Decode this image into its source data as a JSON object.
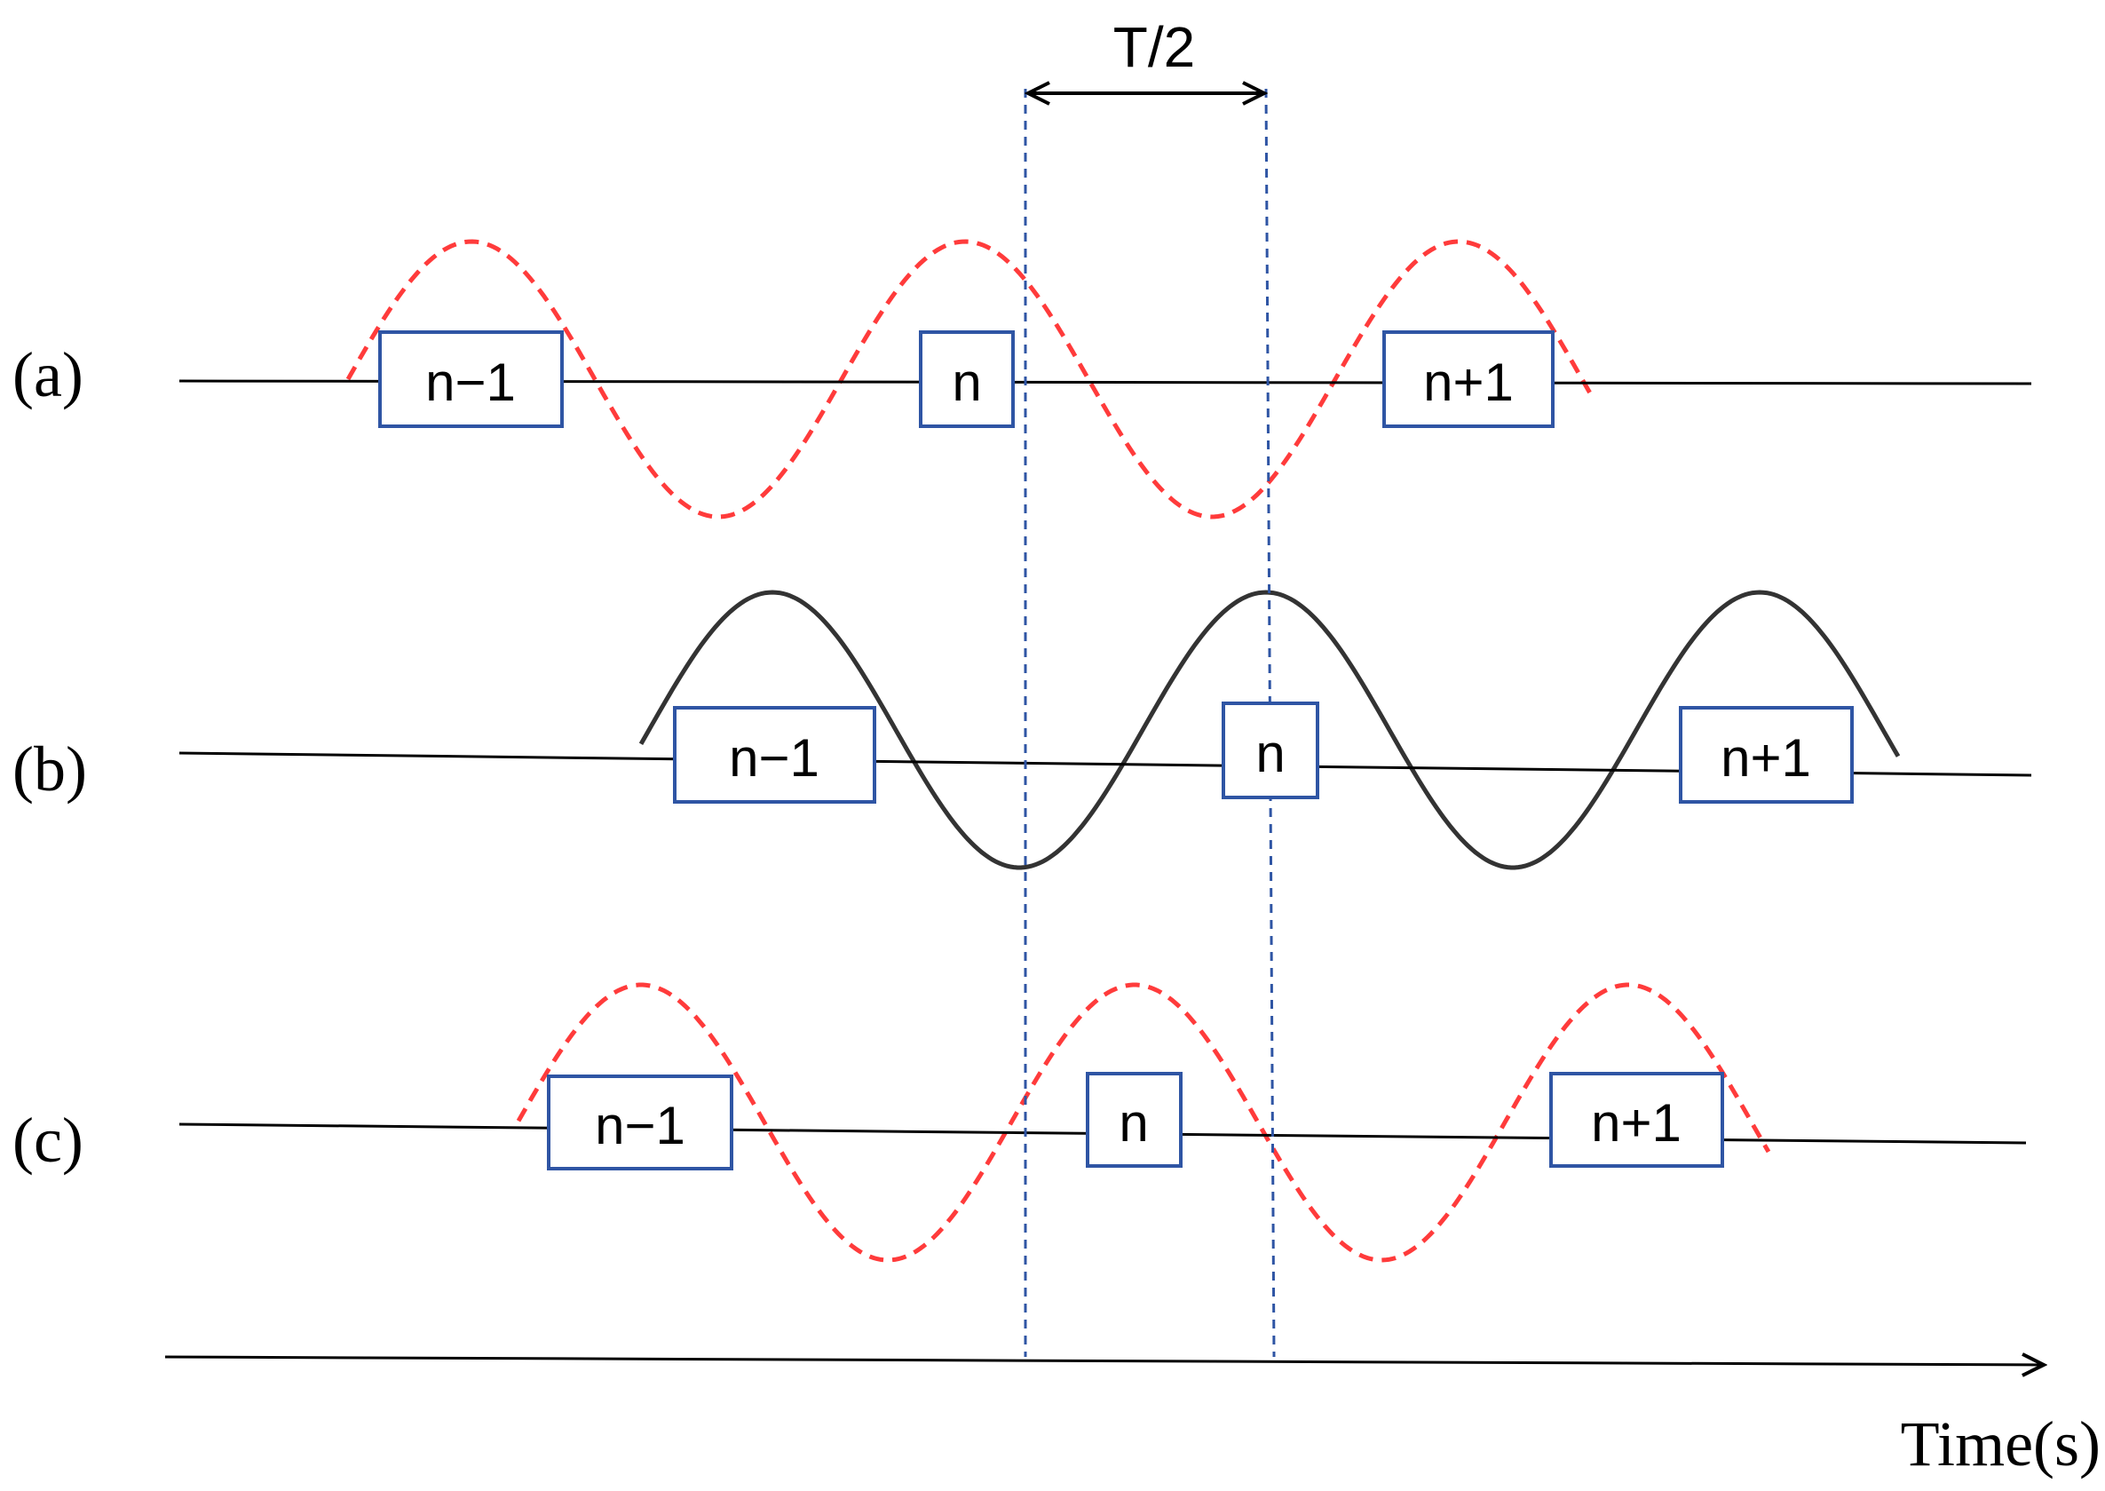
{
  "rows": [
    {
      "id": "a",
      "label": "(a)",
      "wave_style": "dashed",
      "boxes": [
        "n−1",
        "n",
        "n+1"
      ]
    },
    {
      "id": "b",
      "label": "(b)",
      "wave_style": "solid",
      "boxes": [
        "n−1",
        "n",
        "n+1"
      ]
    },
    {
      "id": "c",
      "label": "(c)",
      "wave_style": "dashed",
      "boxes": [
        "n−1",
        "n",
        "n+1"
      ]
    }
  ],
  "interval_label": "T/2",
  "time_axis_label": "Time(s)",
  "colors": {
    "dashed_wave": "#ff3b3b",
    "solid_wave": "#333333",
    "box_border": "#2f55a4",
    "guide_line": "#2f55a4",
    "line": "#000000"
  }
}
